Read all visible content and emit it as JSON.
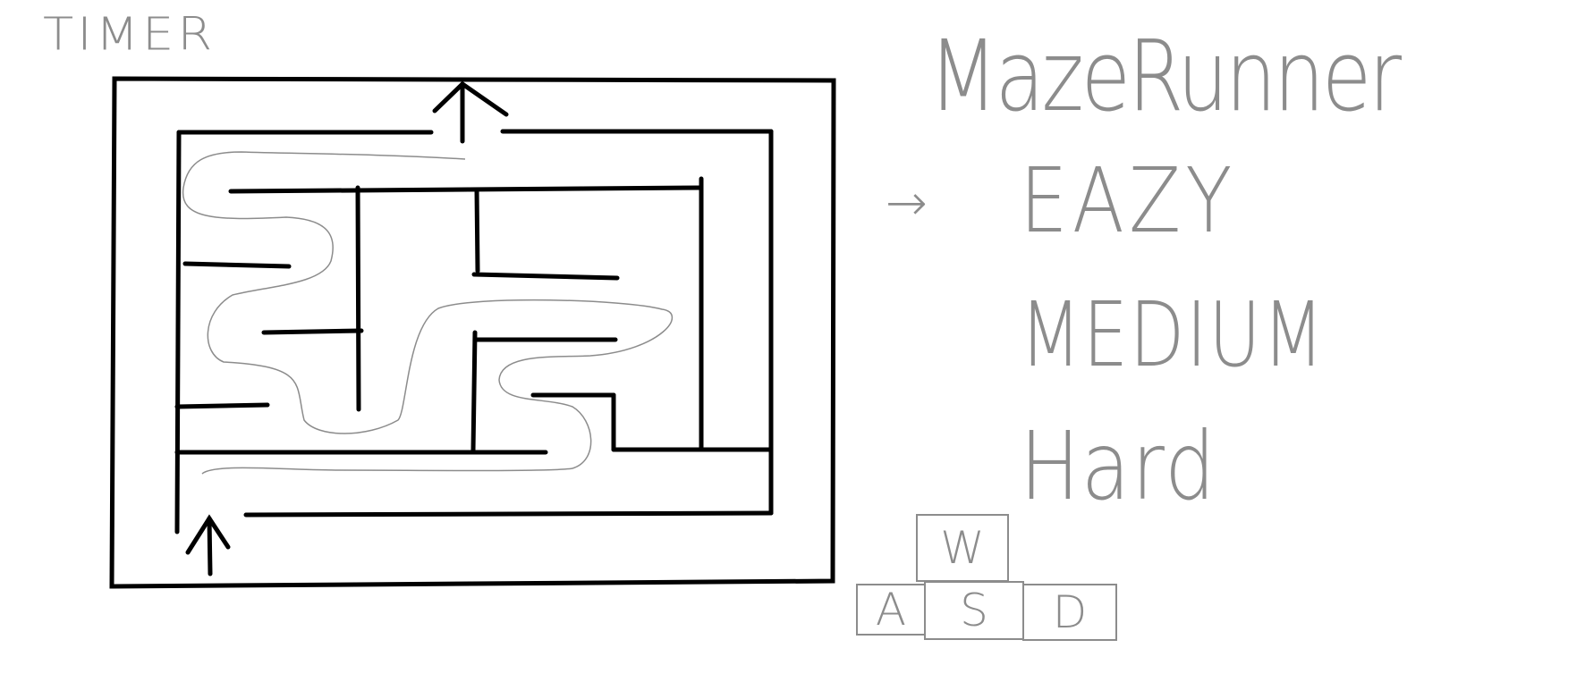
{
  "header": {
    "timer_label": "TIMER"
  },
  "title": "MazeRunner",
  "menu": {
    "selection_indicator": "→",
    "options": [
      {
        "label": "EAZY",
        "selected": true
      },
      {
        "label": "MEDIUM",
        "selected": false
      },
      {
        "label": "Hard",
        "selected": false
      }
    ]
  },
  "controls": {
    "keys": [
      "W",
      "A",
      "S",
      "D"
    ]
  },
  "maze": {
    "start_marker": "up-arrow-icon",
    "exit_marker": "up-arrow-icon",
    "wall_color": "#000000",
    "path_color": "#8c8c8c"
  }
}
